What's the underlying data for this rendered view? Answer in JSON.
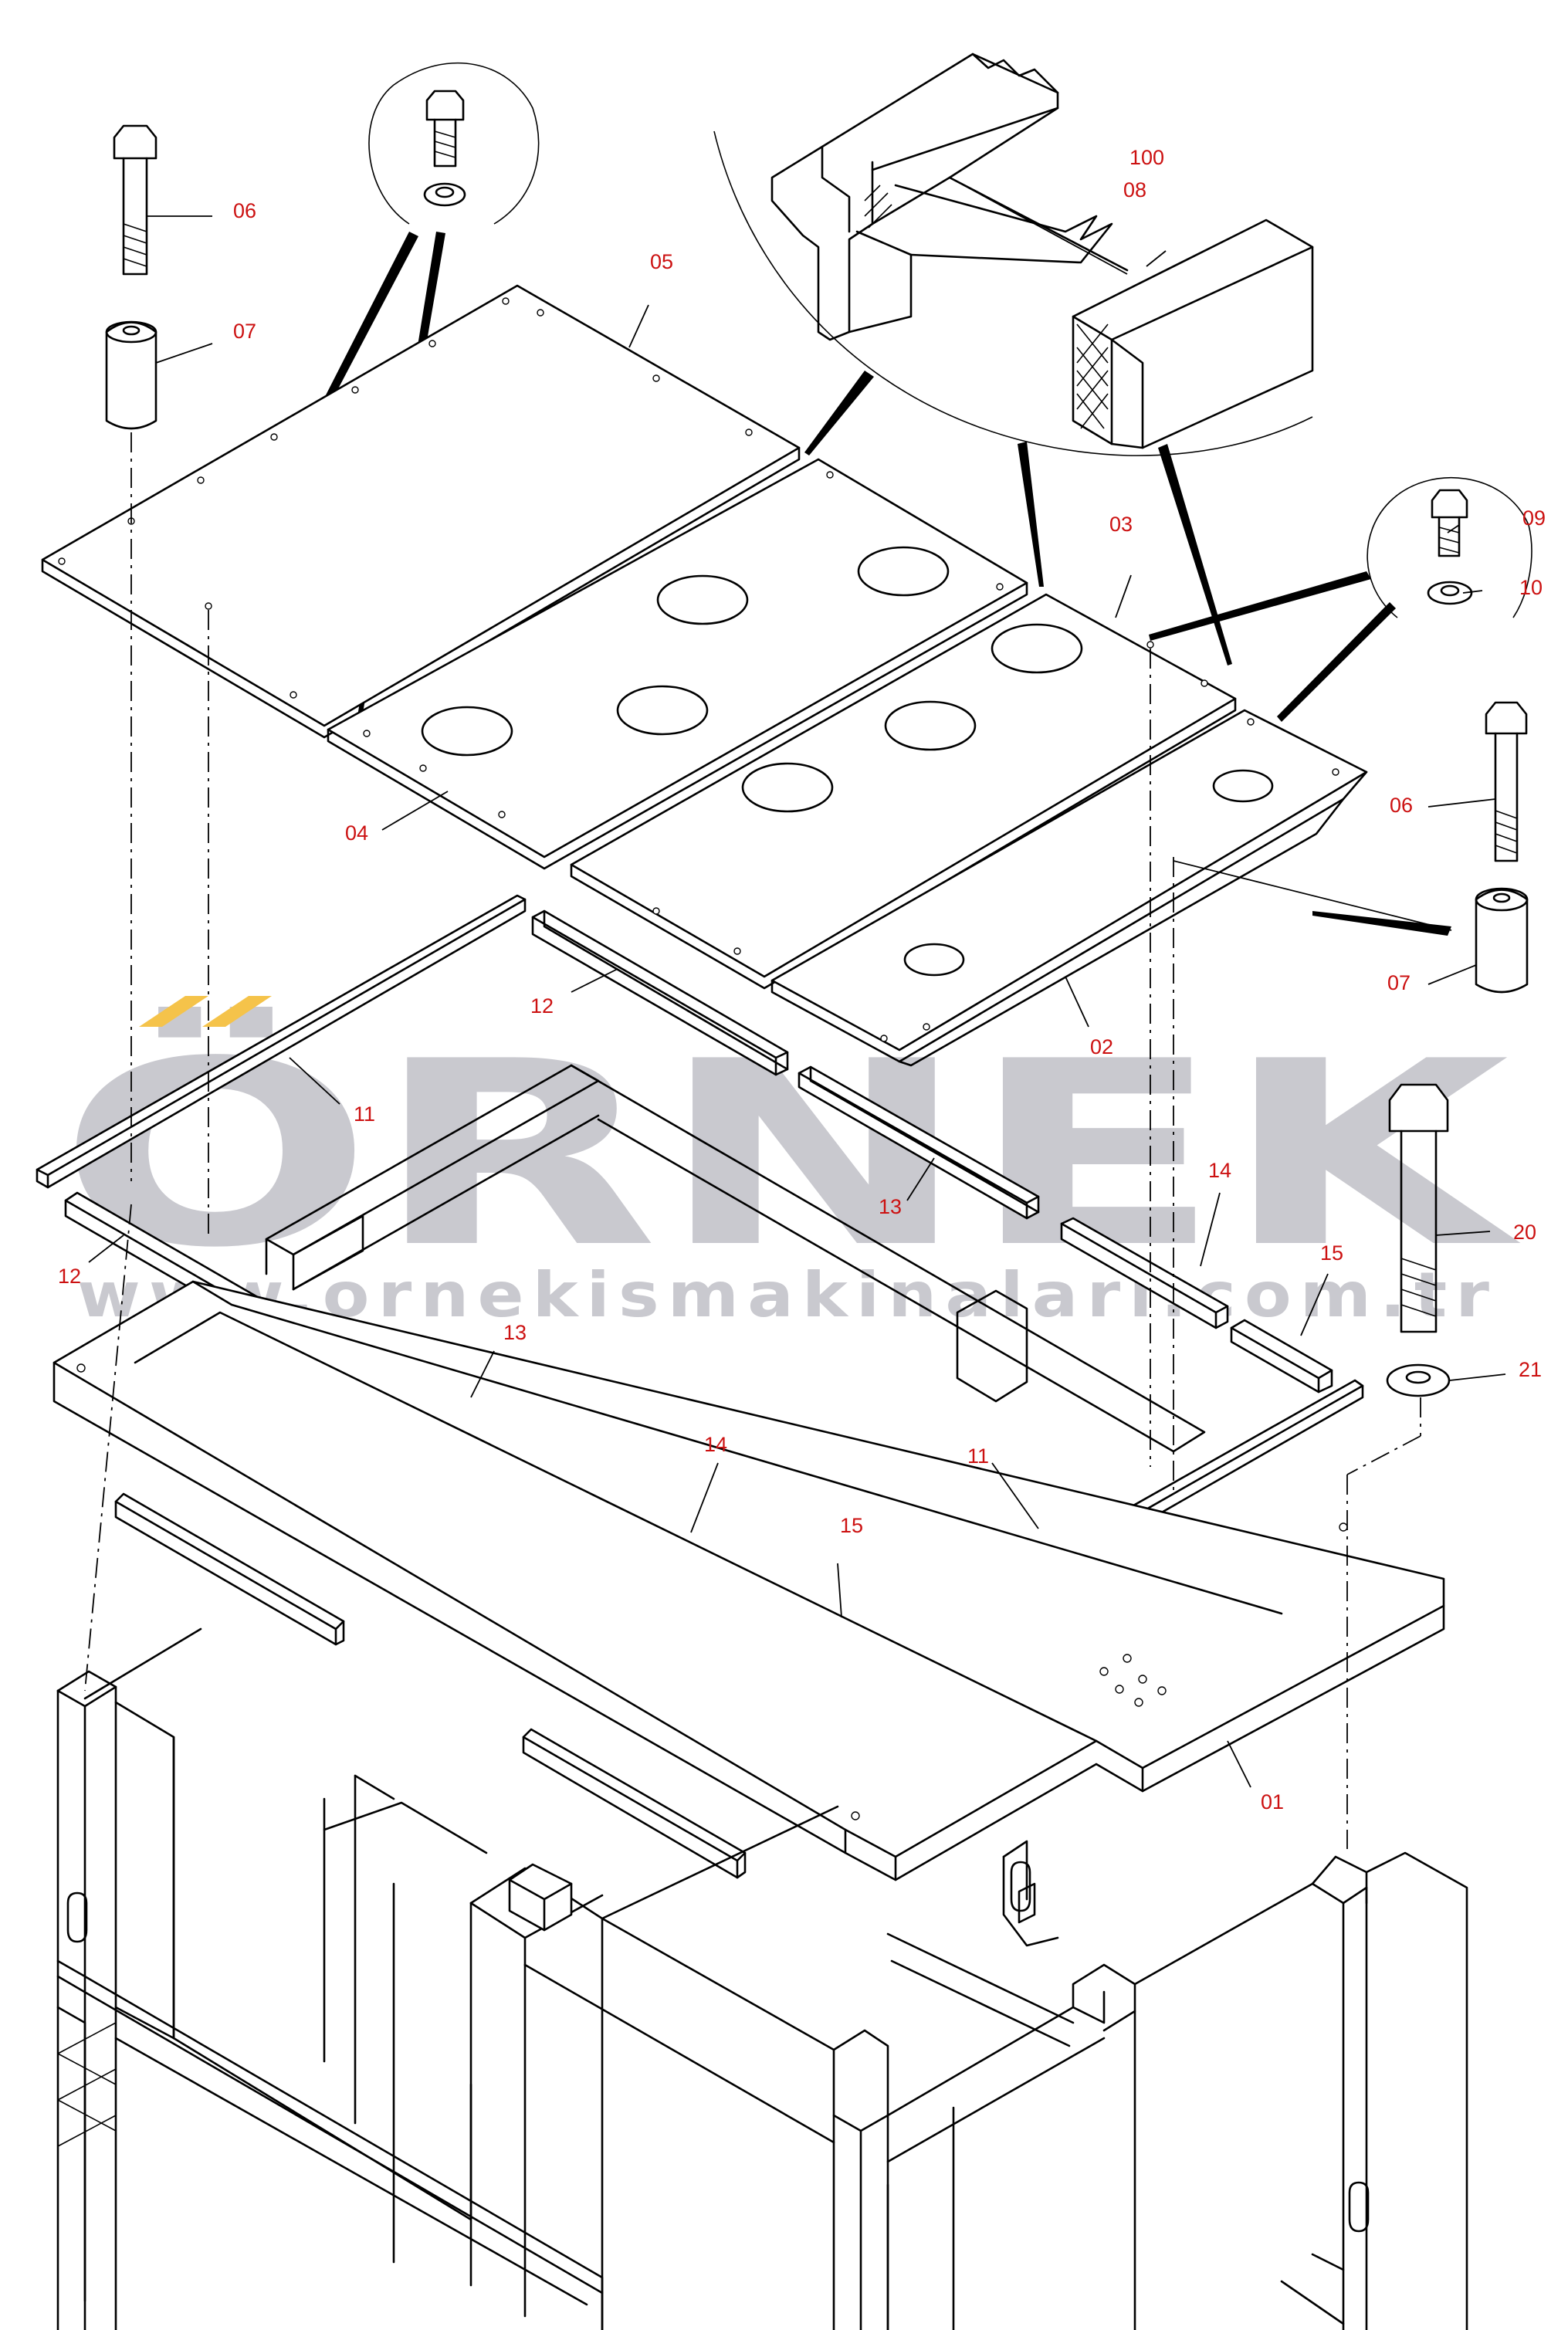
{
  "watermark": {
    "brand": "ÖRNEK",
    "url": "www.ornekismakinalari.com.tr",
    "accent_color": "#f5c34a",
    "text_color": "#c9c9cf"
  },
  "label_color": "#cc1111",
  "labels": {
    "l100": "100",
    "l08": "08",
    "l06a": "06",
    "l07a": "07",
    "l05": "05",
    "l03": "03",
    "l09": "09",
    "l10": "10",
    "l06b": "06",
    "l07b": "07",
    "l04": "04",
    "l02": "02",
    "l12a": "12",
    "l11a": "11",
    "l13a": "13",
    "l14a": "14",
    "l15a": "15",
    "l20": "20",
    "l21": "21",
    "l12b": "12",
    "l13b": "13",
    "l14b": "14",
    "l15b": "15",
    "l11b": "11",
    "l01": "01"
  }
}
